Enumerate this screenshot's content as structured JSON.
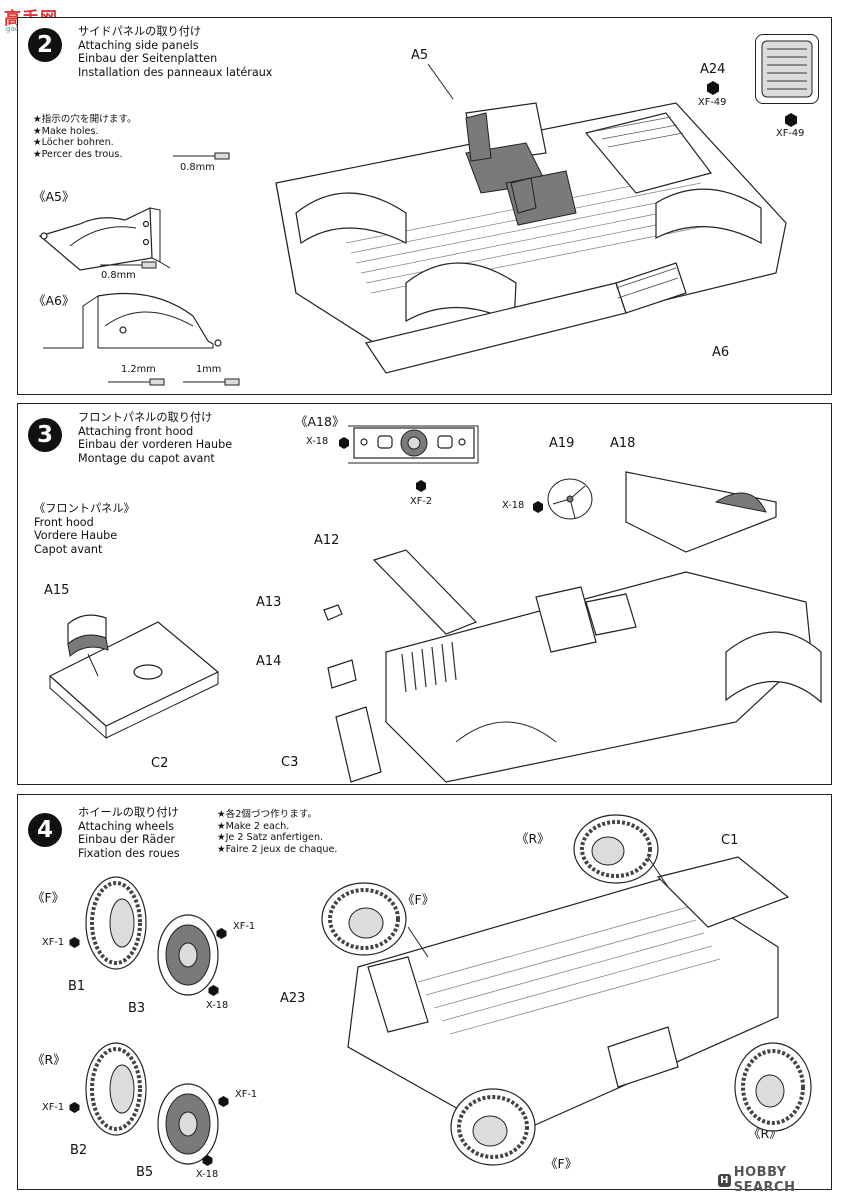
{
  "watermark_top": {
    "brand_cjk": "高手网",
    "brand_url": "gao.shou.com"
  },
  "steps": [
    {
      "number": "2",
      "title_jp": "サイドパネルの取り付け",
      "title_en": "Attaching side panels",
      "title_de": "Einbau der Seitenplatten",
      "title_fr": "Installation des panneaux latéraux",
      "note_lines": [
        "★指示の穴を開けます。",
        "★Make holes.",
        "★Löcher bohren.",
        "★Percer des trous."
      ],
      "labels": {
        "a5_part": "A5",
        "a24_part": "A24",
        "xf49_a": "XF-49",
        "xf49_b": "XF-49",
        "a6_part": "A6",
        "a5_section": "《A5》",
        "a6_section": "《A6》",
        "drill_08_a": "0.8mm",
        "drill_08_b": "0.8mm",
        "drill_12": "1.2mm",
        "drill_1": "1mm"
      }
    },
    {
      "number": "3",
      "title_jp": "フロントパネルの取り付け",
      "title_en": "Attaching front hood",
      "title_de": "Einbau der vorderen Haube",
      "title_fr": "Montage du capot avant",
      "sub_lines": [
        "《フロントパネル》",
        "Front hood",
        "Vordere Haube",
        "Capot avant"
      ],
      "labels": {
        "a18_section": "《A18》",
        "x18_a": "X-18",
        "xf2": "XF-2",
        "x18_b": "X-18",
        "a19": "A19",
        "a18": "A18",
        "a12": "A12",
        "a13": "A13",
        "a14": "A14",
        "a15": "A15",
        "c2": "C2",
        "c3": "C3"
      }
    },
    {
      "number": "4",
      "title_jp": "ホイールの取り付け",
      "title_en": "Attaching wheels",
      "title_de": "Einbau der Räder",
      "title_fr": "Fixation des roues",
      "note_lines": [
        "★各2個づつ作ります。",
        "★Make 2 each.",
        "★Je 2 Satz anfertigen.",
        "★Faire 2 jeux de chaque."
      ],
      "labels": {
        "f_front": "《F》",
        "r_rear": "《R》",
        "xf1_a": "XF-1",
        "xf1_b": "XF-1",
        "xf1_c": "XF-1",
        "xf1_d": "XF-1",
        "x18_a": "X-18",
        "x18_b": "X-18",
        "b1": "B1",
        "b3": "B3",
        "b2": "B2",
        "b5": "B5",
        "r_top": "《R》",
        "c1": "C1",
        "f_mid": "《F》",
        "a23": "A23",
        "r_bottom": "《R》",
        "f_bottom": "《F》"
      }
    }
  ],
  "footer": {
    "brand": "HOBBY SEARCH"
  }
}
